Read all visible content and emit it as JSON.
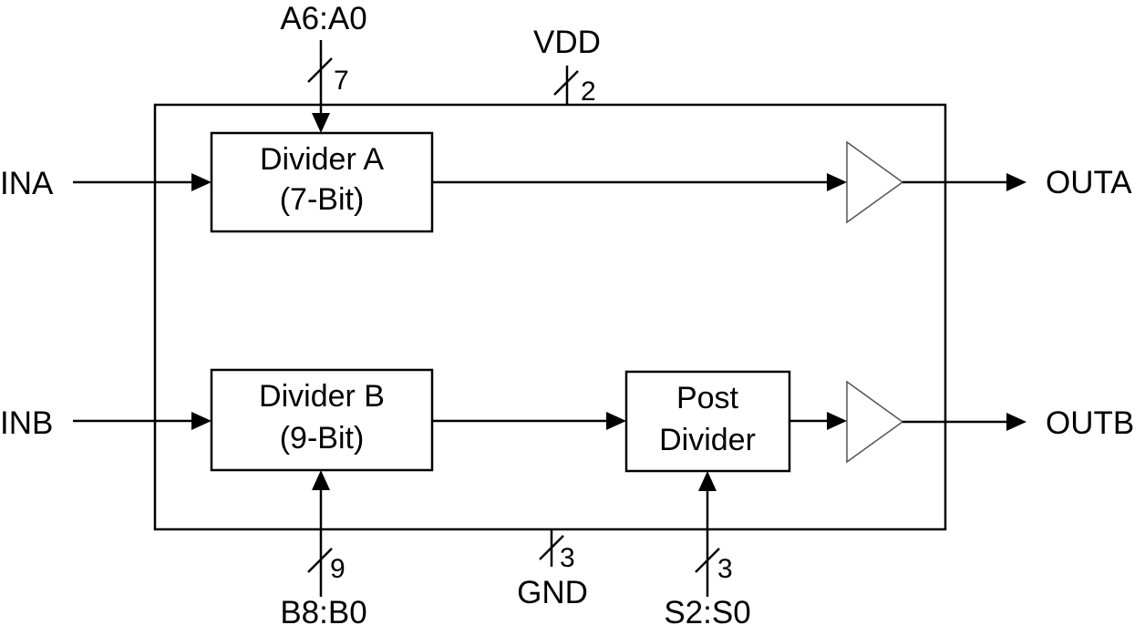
{
  "signals": {
    "a_bus": "A6:A0",
    "a_width": "7",
    "vdd": "VDD",
    "vdd_width": "2",
    "ina": "INA",
    "inb": "INB",
    "outa": "OUTA",
    "outb": "OUTB",
    "b_bus": "B8:B0",
    "b_width": "9",
    "gnd": "GND",
    "gnd_width": "3",
    "s_bus": "S2:S0",
    "s_width": "3"
  },
  "blocks": {
    "divider_a": {
      "line1": "Divider A",
      "line2": "(7-Bit)"
    },
    "divider_b": {
      "line1": "Divider B",
      "line2": "(9-Bit)"
    },
    "post_divider": {
      "line1": "Post",
      "line2": "Divider"
    }
  }
}
